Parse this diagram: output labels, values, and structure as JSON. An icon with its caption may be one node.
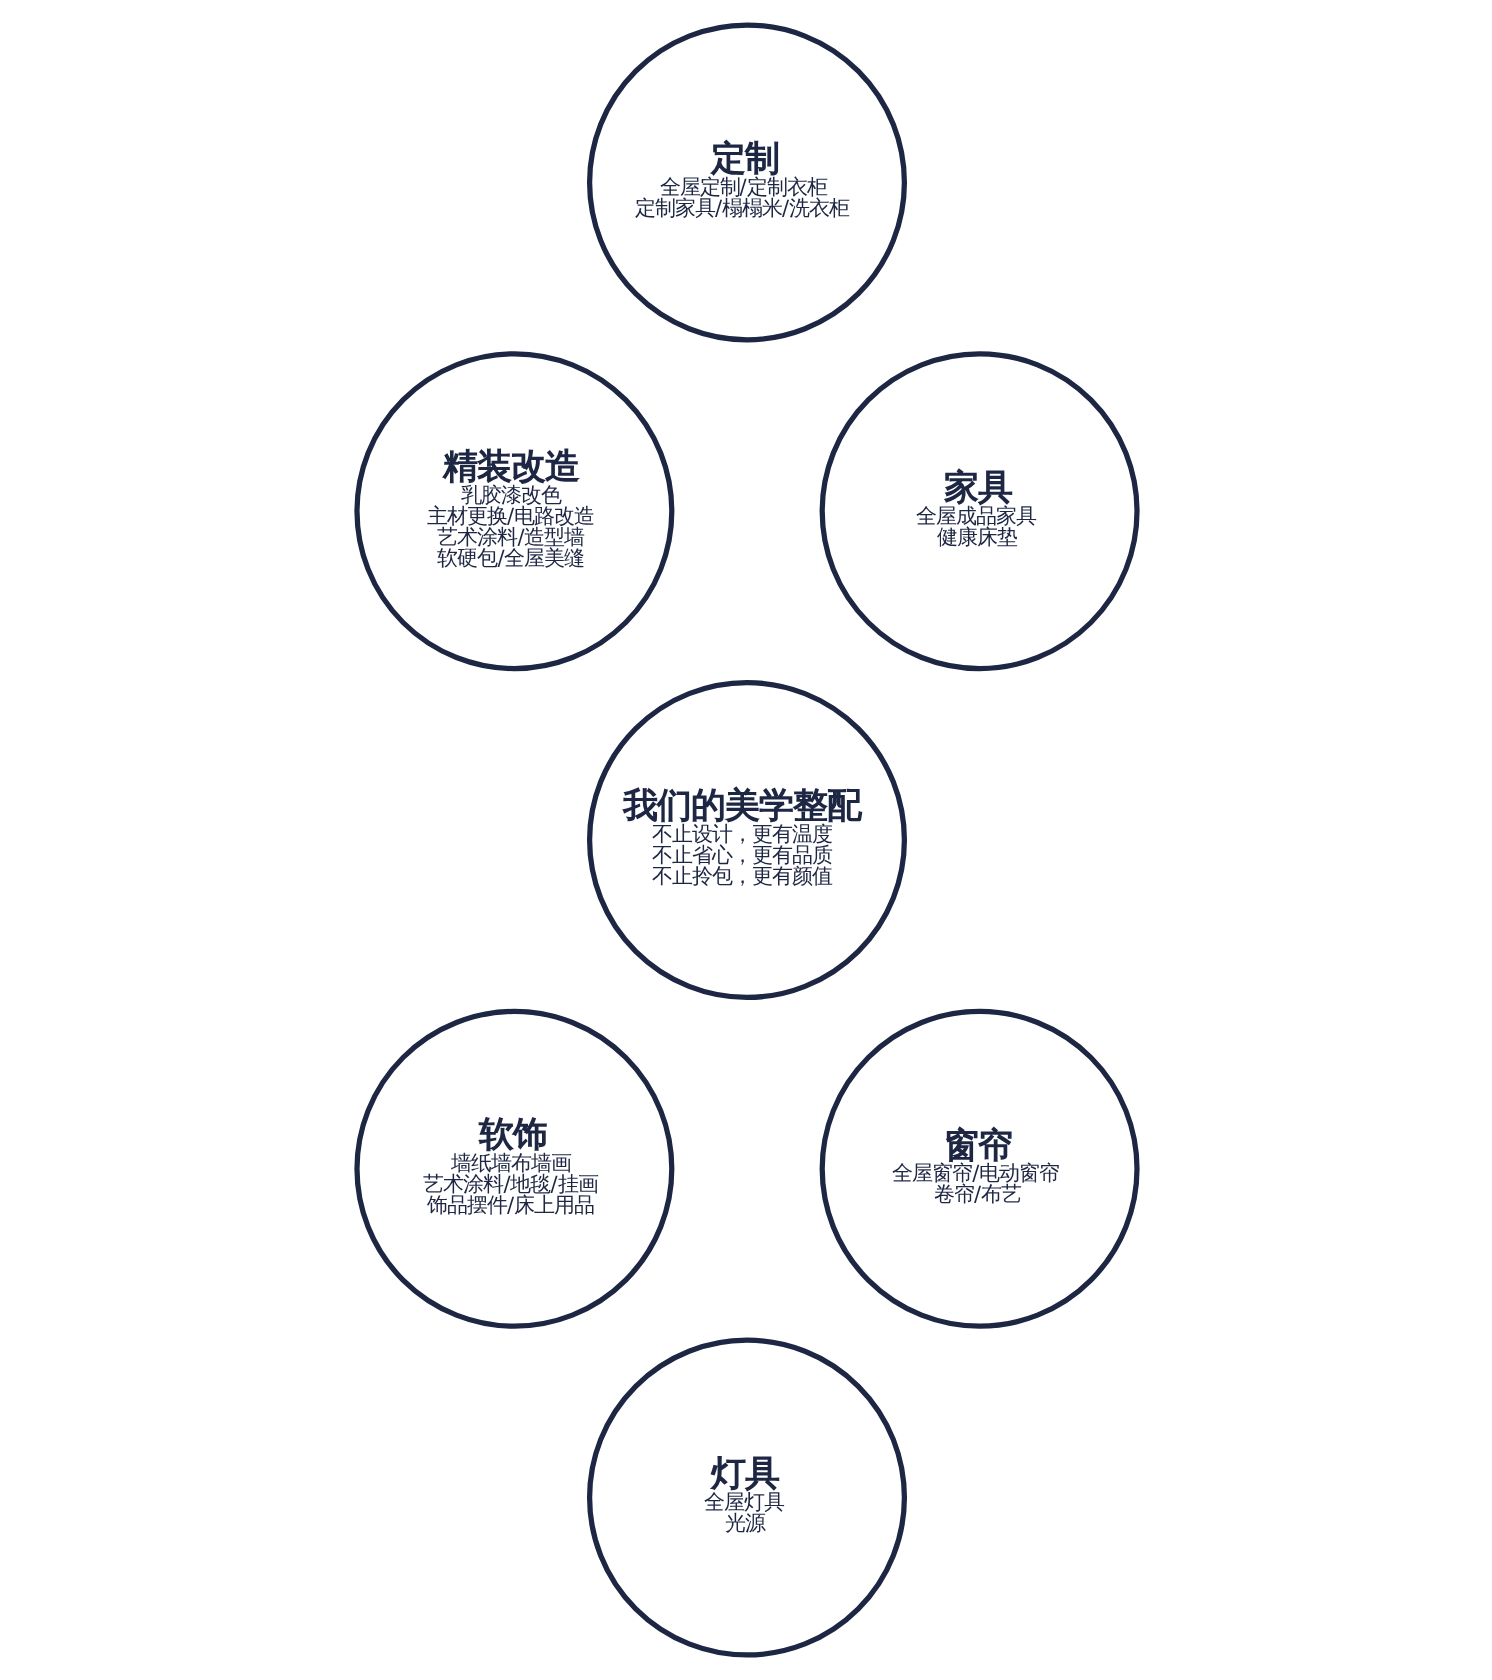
{
  "diagram": {
    "nodes": [
      {
        "text": [
          "定制",
          "全屋定制/定制衣柜",
          "定制家具/榻榻米/洗衣柜"
        ]
      },
      {
        "text": [
          "精装改造",
          "乳胶漆改色",
          "主材更换/电路改造",
          "艺术涂料/造型墙",
          "软硬包/全屋美缝"
        ]
      },
      {
        "text": [
          "家具",
          "全屋成品家具",
          "健康床垫"
        ]
      },
      {
        "text": [
          "我们的美学整配",
          "不止设计，更有温度",
          "不止省心，更有品质",
          "不止拎包，更有颜值"
        ]
      },
      {
        "text": [
          "软饰",
          "墙纸墙布墙画",
          "艺术涂料/地毯/挂画",
          "饰品摆件/床上用品"
        ]
      },
      {
        "text": [
          "窗帘",
          "全屋窗帘/电动窗帘",
          "卷帘/布艺"
        ]
      },
      {
        "text": [
          "灯具",
          "全屋灯具",
          "光源"
        ]
      }
    ],
    "edges": []
  }
}
